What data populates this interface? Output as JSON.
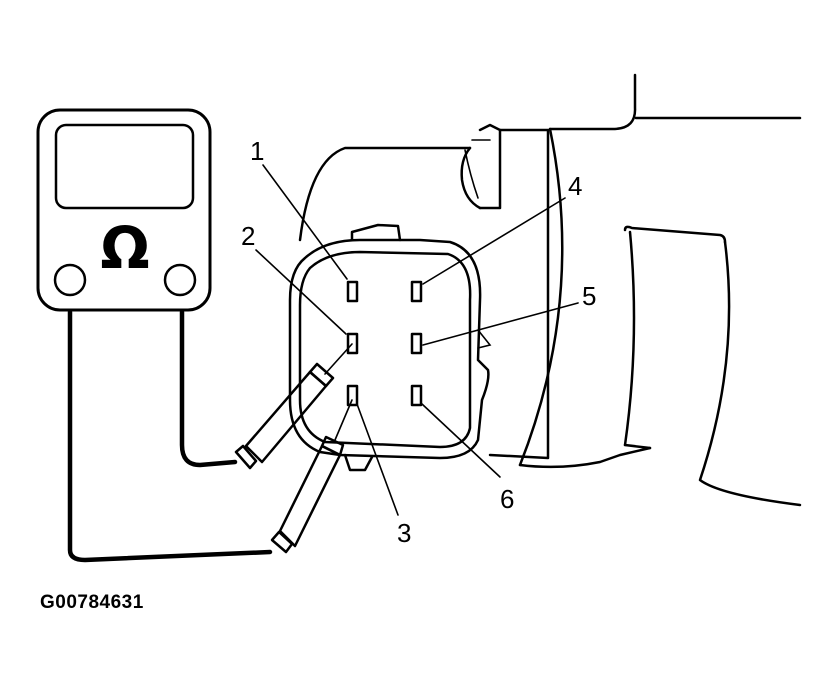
{
  "meter": {
    "symbol": "Ω"
  },
  "callouts": [
    {
      "id": "1",
      "label": "1"
    },
    {
      "id": "2",
      "label": "2"
    },
    {
      "id": "3",
      "label": "3"
    },
    {
      "id": "4",
      "label": "4"
    },
    {
      "id": "5",
      "label": "5"
    },
    {
      "id": "6",
      "label": "6"
    }
  ],
  "figure_code": "G00784631"
}
